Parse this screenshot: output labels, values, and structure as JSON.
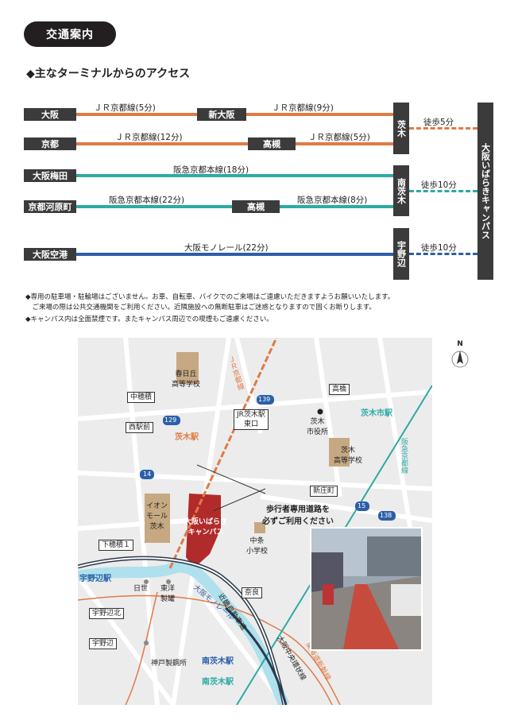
{
  "header": {
    "title": "交通案内"
  },
  "subtitle": "◆主なターミナルからのアクセス",
  "colors": {
    "jr": "#e07a45",
    "hankyu": "#2eaaa3",
    "monorail": "#2b5fa8",
    "box": "#3b3b3b"
  },
  "routes": {
    "r1": {
      "from": "大阪",
      "line1": "ＪＲ京都線(5分)",
      "mid": "新大阪",
      "line2": "ＪＲ京都線(9分)"
    },
    "r2": {
      "from": "京都",
      "line1": "ＪＲ京都線(12分)",
      "mid": "高槻",
      "line2": "ＪＲ京都線(5分)"
    },
    "r3": {
      "from": "大阪梅田",
      "line1": "阪急京都本線(18分)"
    },
    "r4": {
      "from": "京都河原町",
      "line1": "阪急京都本線(22分)",
      "mid": "高槻",
      "line2": "阪急京都本線(8分)"
    },
    "r5": {
      "from": "大阪空港",
      "line1": "大阪モノレール(22分)"
    }
  },
  "stations": {
    "ibaraki": "茨木",
    "minami_ibaraki": "南茨木",
    "unobe": "宇野辺"
  },
  "walks": {
    "w1": "徒歩5分",
    "w2": "徒歩10分",
    "w3": "徒歩10分"
  },
  "campus": "大阪いばらきキャンパス",
  "notes": [
    "◆専用の駐車場・駐輪場はございません。お車、自転車、バイクでのご来場はご遠慮いただきますようお願いいたします。",
    "　ご来場の際は公共交通機関をご利用ください。近隣施設への無断駐車はご迷惑となりますので固くお断りします。",
    "◆キャンパス内は全面禁煙です。またキャンパス周辺での喫煙もご遠慮ください。"
  ],
  "map": {
    "north": "N",
    "labels": {
      "kasugaoka": "春日丘\n高等学校",
      "nakahozumi": "中穂積",
      "nishiekimae": "西駅前",
      "ibaraki_eki": "茨木駅",
      "jr_line": "ＪＲ京都線",
      "jr_east": "JR茨木駅\n東口",
      "takahashi": "高橋",
      "shiyakusho": "茨木\n市役所",
      "ibaraki_shi_eki": "茨木市駅",
      "hankyu_line": "阪急京都線",
      "ibaraki_hs": "茨木\n高等学校",
      "shinjo": "新庄町",
      "pedestrian": "歩行者専用道路を\n必ずご利用ください",
      "aeon": "イオン\nモール\n茨木",
      "campus": "大阪いばらき\nキャンパス",
      "chujo": "中条\n小学校",
      "shimohozumi": "下穂積１",
      "unobe_eki": "宇野辺駅",
      "nissei": "日世",
      "toyo": "東洋\n製罐",
      "monorail": "大阪モノレール",
      "kinki_exp": "近畿自動車道",
      "nara": "奈良",
      "unobe_kita": "宇野辺北",
      "unobe": "宇野辺",
      "kobe_steel": "神戸製鋼所",
      "minami_ibaraki_eki": "南茨木駅",
      "minami_ibaraki_eki2": "南茨木駅",
      "chuo_kanjo": "大阪中央環状線",
      "tokaido_shinkansen": "東海道新幹線",
      "r139": "139",
      "r129": "129",
      "r14": "14",
      "r15": "15",
      "r138": "138"
    }
  }
}
